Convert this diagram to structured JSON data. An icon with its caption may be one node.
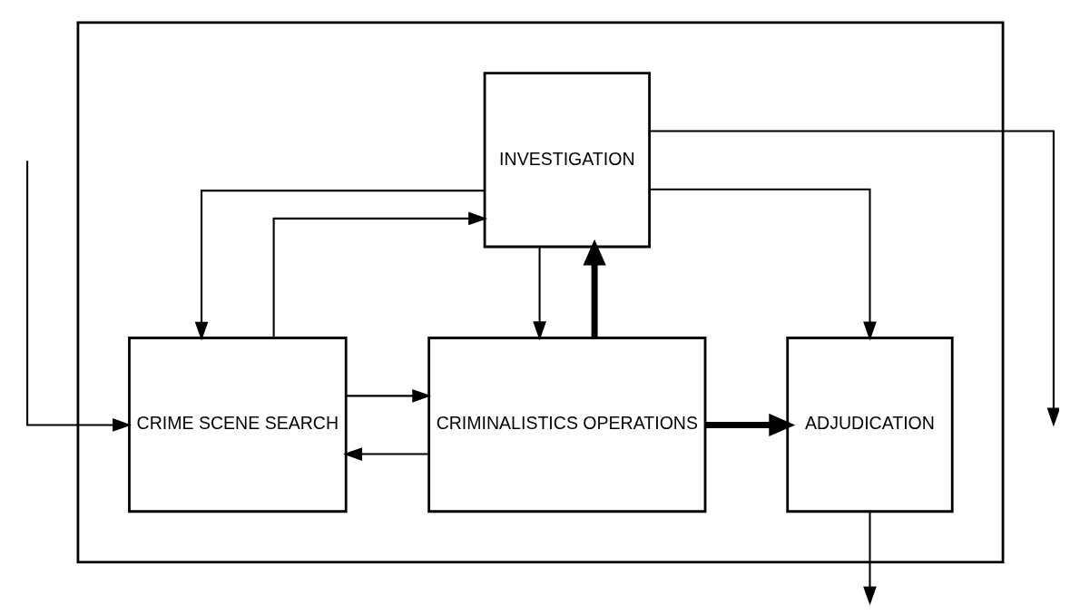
{
  "diagram": {
    "nodes": [
      {
        "text": [],
        "shape": "box"
      },
      {
        "text": [
          "INVESTIGATION"
        ],
        "in": 0
      },
      {
        "text": [
          "CRIME SCENE SEARCH"
        ],
        "in": 0
      },
      {
        "text": [
          "CRIMINALISTICS OPERATIONS"
        ],
        "in": 0
      },
      {
        "text": [
          "ADJUDICATION"
        ],
        "in": 0
      }
    ],
    "edges": [
      {
        "from": null,
        "to": 2,
        "arrow": "to"
      },
      {
        "from": 2,
        "to": 1,
        "arrow": "to"
      },
      {
        "from": 1,
        "to": 2,
        "arrow": "to"
      },
      {
        "from": 3,
        "to": 1,
        "arrow": "to",
        "style": "thick"
      },
      {
        "from": 1,
        "to": 3,
        "arrow": "to"
      },
      {
        "from": 1,
        "to": 4,
        "arrow": "to"
      },
      {
        "from": 1,
        "to": null,
        "arrow": "to"
      },
      {
        "from": 3,
        "to": 2,
        "arrow": "to"
      },
      {
        "from": 2,
        "to": 3,
        "arrow": "to"
      },
      {
        "from": 3,
        "to": 4,
        "arrow": "to",
        "style": "thick"
      },
      {
        "from": 4,
        "to": null,
        "arrow": "to"
      }
    ]
  }
}
